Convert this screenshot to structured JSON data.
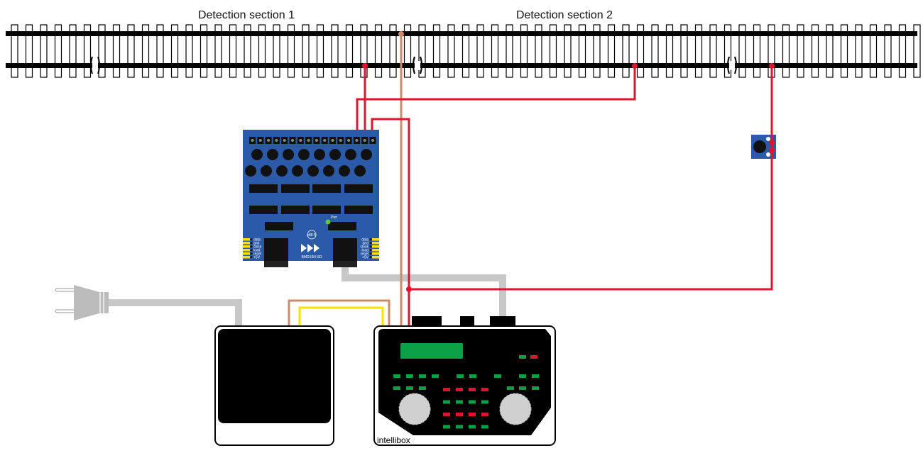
{
  "labels": {
    "section1": "Detection section 1",
    "section2": "Detection section 2"
  },
  "board": {
    "name": "BMD16N-SD",
    "bus": "s88-N",
    "power_led": "Pwr",
    "pins": [
      "data",
      "gnd",
      "clock",
      "load",
      "reset",
      "+5V"
    ]
  },
  "command_station": {
    "name": "intellibox"
  },
  "colors": {
    "rail": "#000000",
    "feedback_wire": "#e2142d",
    "track_wire": "#d08a68",
    "booster_wire": "#ffe000",
    "cable": "#c8c8c8",
    "board": "#2b5aa8",
    "display": "#0aa046",
    "button_green": "#0aa046",
    "button_red": "#e2142d"
  }
}
